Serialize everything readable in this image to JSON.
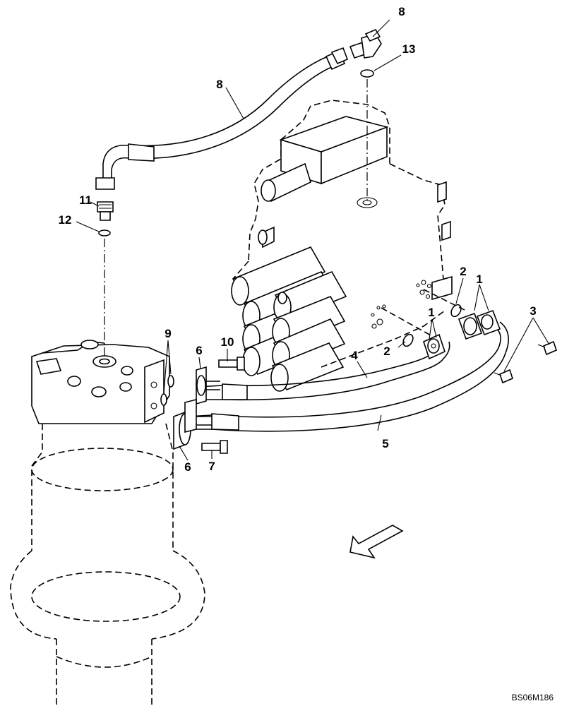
{
  "figure": {
    "reference_code": "BS06M186",
    "callouts": [
      {
        "id": "c1a",
        "text": "1"
      },
      {
        "id": "c1b",
        "text": "1"
      },
      {
        "id": "c2a",
        "text": "2"
      },
      {
        "id": "c2b",
        "text": "2"
      },
      {
        "id": "c3",
        "text": "3"
      },
      {
        "id": "c4",
        "text": "4"
      },
      {
        "id": "c5",
        "text": "5"
      },
      {
        "id": "c6a",
        "text": "6"
      },
      {
        "id": "c6b",
        "text": "6"
      },
      {
        "id": "c7",
        "text": "7"
      },
      {
        "id": "c8a",
        "text": "8"
      },
      {
        "id": "c8b",
        "text": "8"
      },
      {
        "id": "c9",
        "text": "9"
      },
      {
        "id": "c10",
        "text": "10"
      },
      {
        "id": "c11",
        "text": "11"
      },
      {
        "id": "c12",
        "text": "12"
      },
      {
        "id": "c13",
        "text": "13"
      }
    ],
    "icons": {
      "direction": "front-direction-arrow-icon",
      "elbow_fitting": "elbow-fitting-icon",
      "adapter": "adapter-fitting-icon",
      "o_ring": "o-ring-icon",
      "split_flange": "split-flange-icon",
      "bolt": "bolt-icon"
    }
  }
}
